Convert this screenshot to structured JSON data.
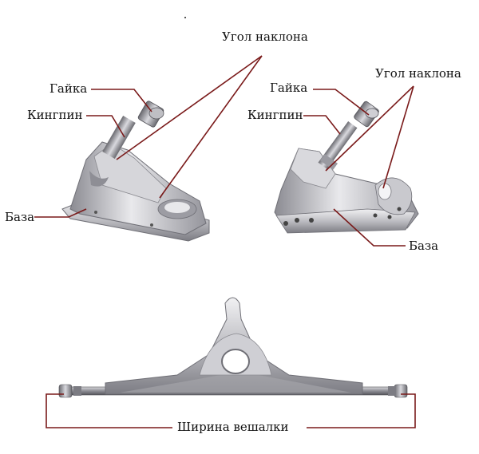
{
  "labels": {
    "left_tilt": "Угол наклона",
    "left_nut": "Гайка",
    "left_kingpin": "Кингпин",
    "left_base": "База",
    "right_nut": "Гайка",
    "right_tilt": "Угол наклона",
    "right_kingpin": "Кингпин",
    "right_base": "База",
    "hanger_width": "Ширина вешалки"
  },
  "colors": {
    "leader_line": "#7a1a1a",
    "metal_light": "#e6e6e8",
    "metal_mid": "#b9b9be",
    "metal_dark": "#6f6f76"
  }
}
